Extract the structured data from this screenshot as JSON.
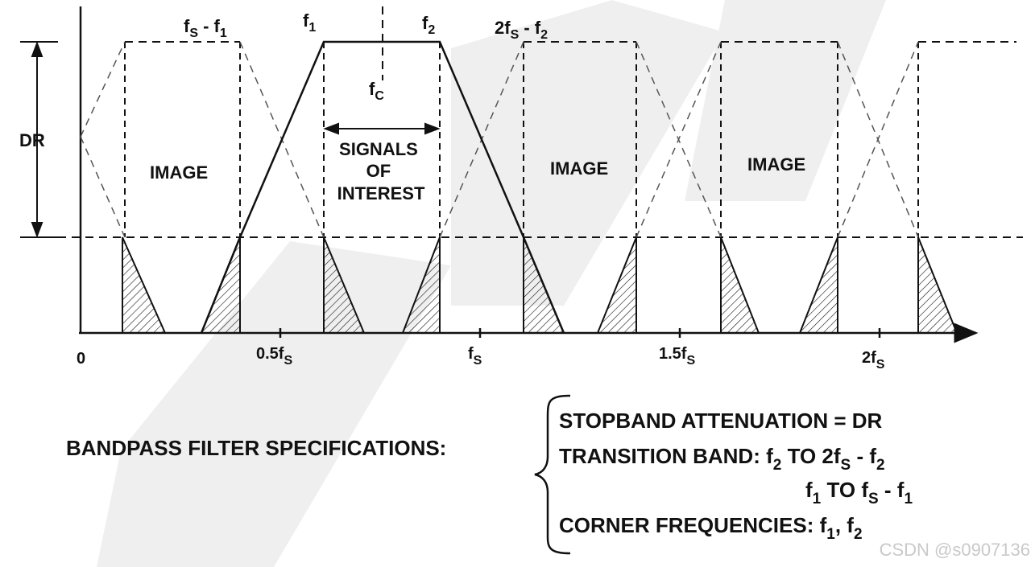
{
  "diagram": {
    "labels": {
      "dr": "DR",
      "fs_minus_f1": [
        "f",
        "S",
        " - f",
        "1"
      ],
      "f1": [
        "f",
        "1"
      ],
      "fc": [
        "f",
        "C"
      ],
      "f2": [
        "f",
        "2"
      ],
      "two_fs_minus_f2": [
        "2f",
        "S",
        " - f",
        "2"
      ],
      "image_left": "IMAGE",
      "image_mid": "IMAGE",
      "image_right": "IMAGE",
      "signals_of_interest": [
        "SIGNALS",
        "OF",
        "INTEREST"
      ]
    },
    "x_ticks": [
      {
        "base": "0",
        "sub": ""
      },
      {
        "base": "0.5f",
        "sub": "S"
      },
      {
        "base": "f",
        "sub": "S"
      },
      {
        "base": "1.5f",
        "sub": "S"
      },
      {
        "base": "2f",
        "sub": "S"
      }
    ]
  },
  "specs": {
    "heading": "BANDPASS FILTER SPECIFICATIONS:",
    "stopband": "STOPBAND ATTENUATION = DR",
    "transition_line1": [
      "TRANSITION BAND: f",
      "2",
      " TO 2f",
      "S",
      " - f",
      "2"
    ],
    "transition_line2": [
      "f",
      "1",
      " TO f",
      "S",
      " - f",
      "1"
    ],
    "corner": [
      "CORNER FREQUENCIES: f",
      "1",
      ", f",
      "2"
    ]
  },
  "watermark": "CSDN @s0907136",
  "colors": {
    "ink": "#111111",
    "watermark_text": "#c9c9c9",
    "watermark_shape": "#ececec"
  }
}
